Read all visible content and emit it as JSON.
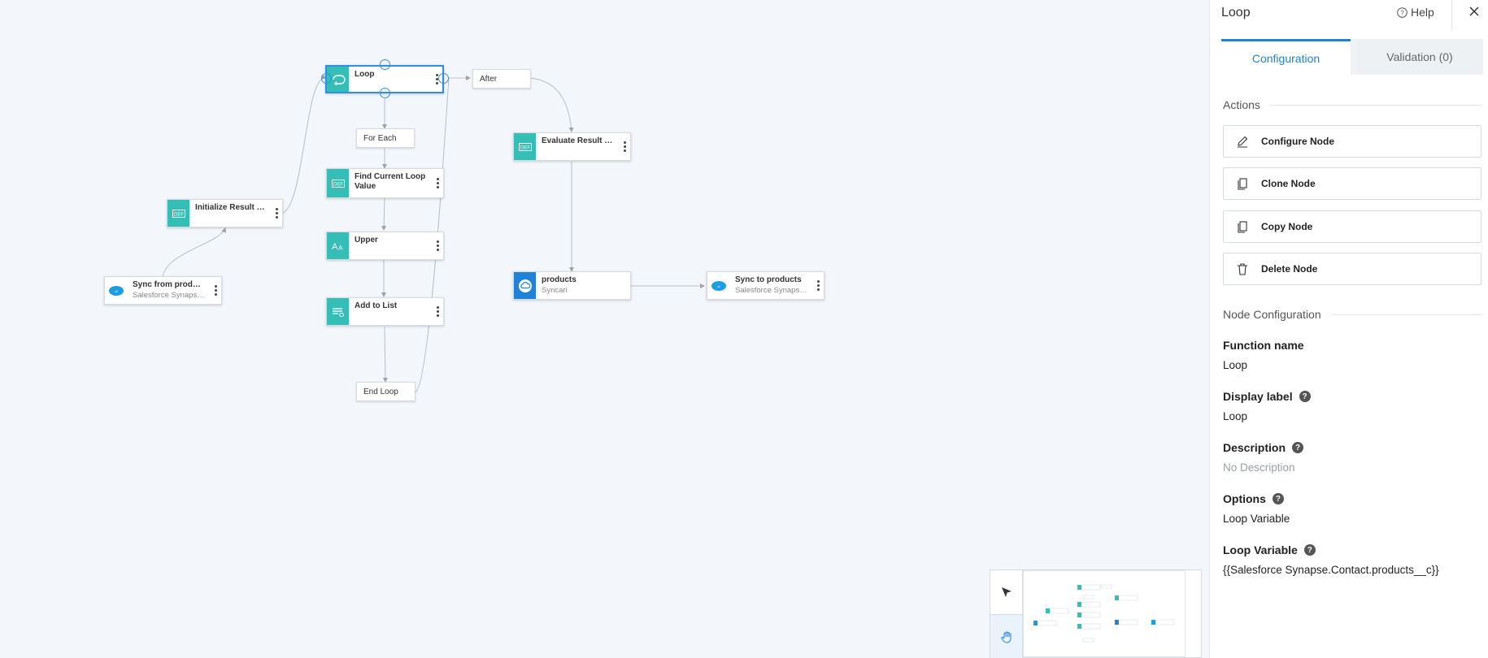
{
  "canvas": {
    "nodes": [
      {
        "id": "loop",
        "title": "Loop",
        "icon": "loop-icon"
      },
      {
        "id": "find",
        "title": "Find Current Loop Value",
        "icon": "def-function-icon"
      },
      {
        "id": "upper",
        "title": "Upper",
        "icon": "text-case-icon"
      },
      {
        "id": "addlist",
        "title": "Add to List",
        "icon": "list-add-icon"
      },
      {
        "id": "init",
        "title": "Initialize Result List",
        "icon": "def-function-icon"
      },
      {
        "id": "syncfrom",
        "title": "Sync from products",
        "subtitle": "Salesforce Synapse.Contact",
        "icon": "salesforce-icon"
      },
      {
        "id": "eval",
        "title": "Evaluate Result List",
        "icon": "def-function-icon"
      },
      {
        "id": "products",
        "title": "products",
        "subtitle": "Syncari",
        "icon": "syncari-cloud-icon"
      },
      {
        "id": "syncto",
        "title": "Sync to products",
        "subtitle": "Salesforce Synapse.Contact",
        "icon": "salesforce-icon"
      }
    ],
    "labels": {
      "after": "After",
      "for_each": "For Each",
      "end_loop": "End Loop"
    }
  },
  "panel": {
    "title": "Loop",
    "help": "Help",
    "tabs": {
      "configuration": "Configuration",
      "validation": "Validation (0)"
    },
    "actions_heading": "Actions",
    "actions": [
      {
        "label": "Configure Node",
        "icon": "pencil-icon"
      },
      {
        "label": "Clone Node",
        "icon": "copy-icon"
      },
      {
        "label": "Copy Node",
        "icon": "copy-icon"
      },
      {
        "label": "Delete Node",
        "icon": "trash-icon"
      }
    ],
    "node_config_heading": "Node Configuration",
    "fields": {
      "function_name": {
        "label": "Function name",
        "value": "Loop"
      },
      "display_label": {
        "label": "Display label",
        "value": "Loop"
      },
      "description": {
        "label": "Description",
        "value": "No Description"
      },
      "options": {
        "label": "Options",
        "value": "Loop Variable"
      },
      "loop_variable": {
        "label": "Loop Variable",
        "value": "{{Salesforce Synapse.Contact.products__c}}"
      }
    }
  },
  "colors": {
    "accent": "#1f82d6",
    "node_icon": "#34beb6",
    "canvas": "#f3f7fb"
  }
}
